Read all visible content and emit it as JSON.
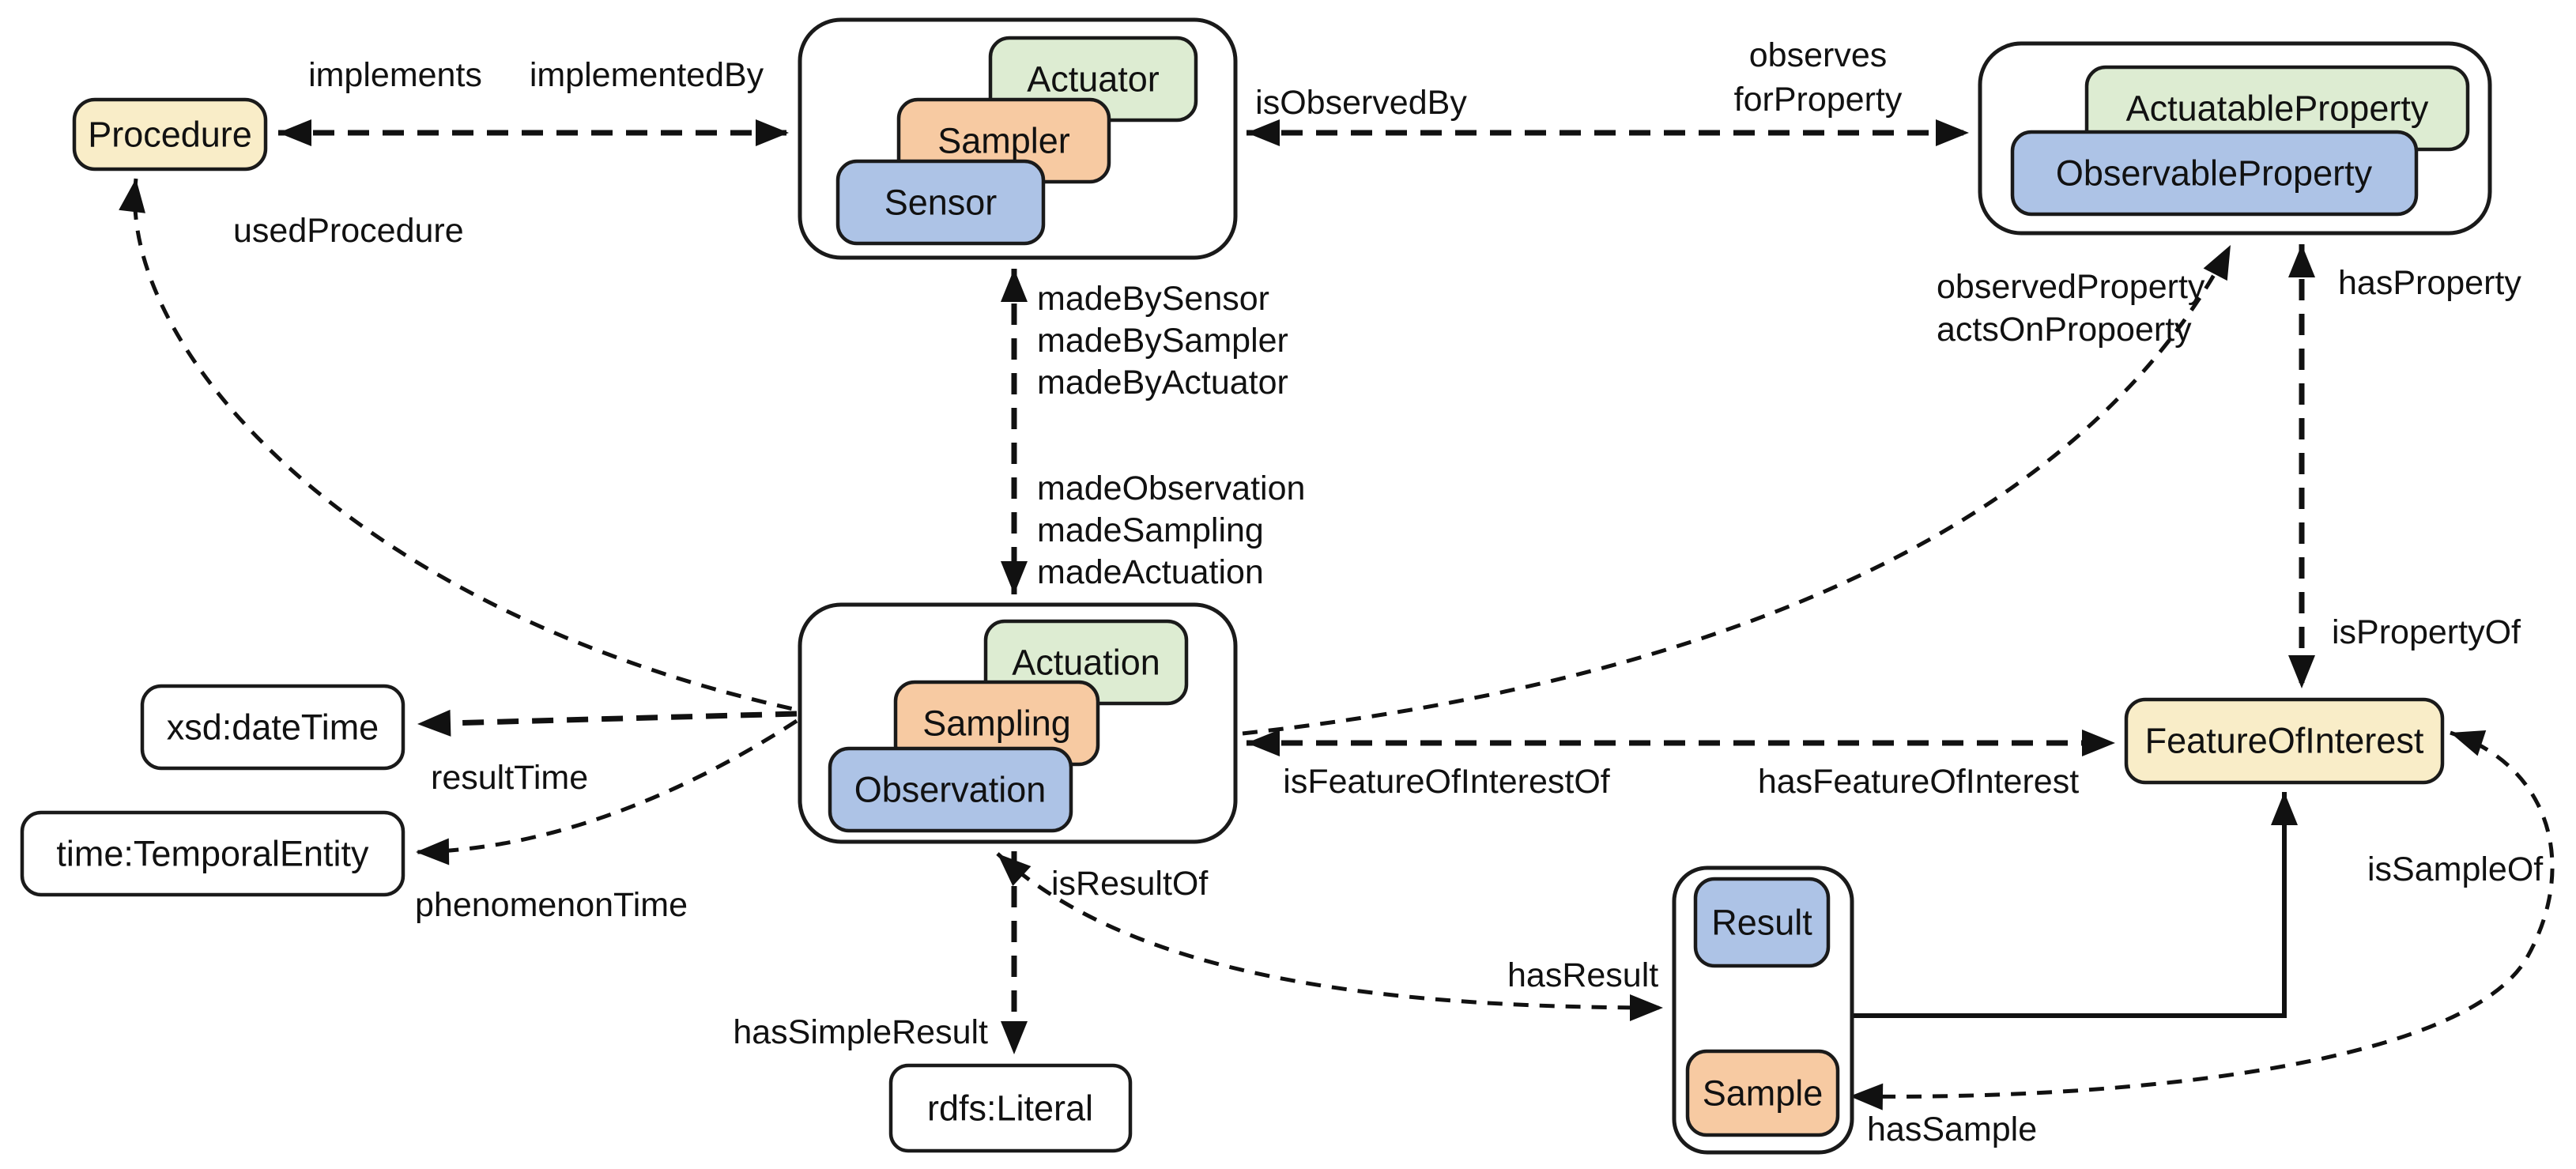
{
  "colors": {
    "node_tan": "#f9edc8",
    "node_green": "#ddecd2",
    "node_peach": "#f7caa2",
    "node_blue": "#adc3e6",
    "node_white": "#ffffff",
    "label_blue": "#2180e0",
    "label_green": "#23b567",
    "label_orange": "#ca6420",
    "label_black": "#111111"
  },
  "nodes": {
    "procedure": "Procedure",
    "actuator": "Actuator",
    "sampler": "Sampler",
    "sensor": "Sensor",
    "actuatable_property": "ActuatableProperty",
    "observable_property": "ObservableProperty",
    "actuation": "Actuation",
    "sampling": "Sampling",
    "observation": "Observation",
    "xsd_datetime": "xsd:dateTime",
    "time_temporal_entity": "time:TemporalEntity",
    "feature_of_interest": "FeatureOfInterest",
    "rdfs_literal": "rdfs:Literal",
    "result": "Result",
    "sample": "Sample"
  },
  "edges": {
    "implements": "implements",
    "implemented_by": "implementedBy",
    "used_procedure": "usedProcedure",
    "is_observed_by": "isObservedBy",
    "observes": "observes",
    "for_property": "forProperty",
    "made_by_sensor": "madeBySensor",
    "made_by_sampler": "madeBySampler",
    "made_by_actuator": "madeByActuator",
    "made_observation": "madeObservation",
    "made_sampling": "madeSampling",
    "made_actuation": "madeActuation",
    "observed_property": "observedProperty",
    "acts_on_property": "actsOnPropoerty",
    "has_property": "hasProperty",
    "is_property_of": "isPropertyOf",
    "result_time": "resultTime",
    "phenomenon_time": "phenomenonTime",
    "is_feature_of_interest_of": "isFeatureOfInterestOf",
    "has_feature_of_interest": "hasFeatureOfInterest",
    "is_sample_of": "isSampleOf",
    "has_sample": "hasSample",
    "is_result_of": "isResultOf",
    "has_simple_result": "hasSimpleResult",
    "has_result": "hasResult"
  }
}
